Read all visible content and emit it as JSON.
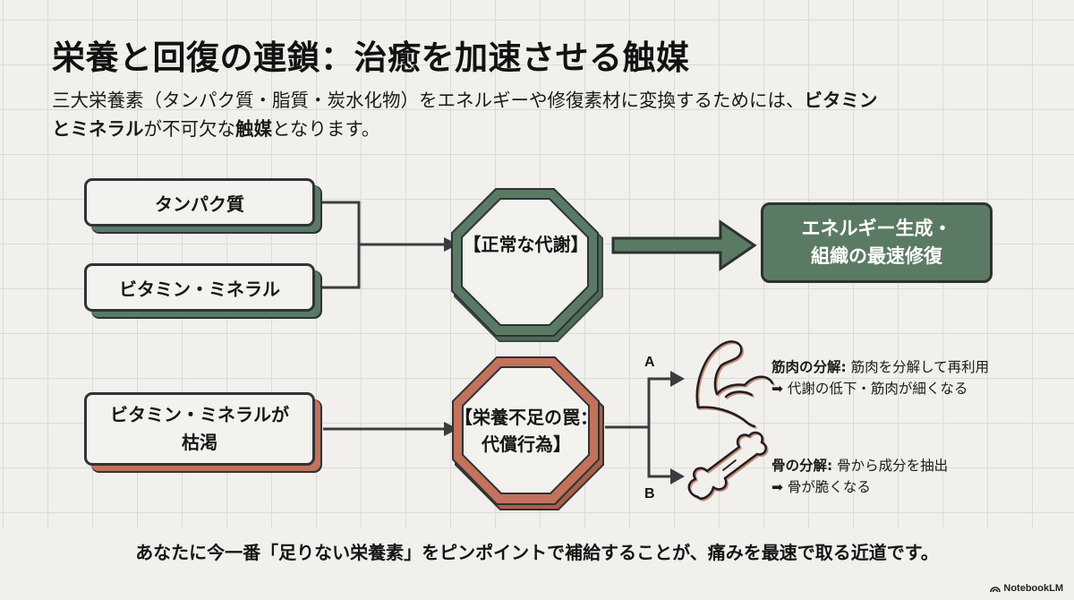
{
  "title": "栄養と回復の連鎖：治癒を加速させる触媒",
  "subtitle": {
    "line1_prefix": "三大栄養素（タンパク質・脂質・炭水化物）をエネルギーや修復素材に変換するためには、",
    "line1_bold": "ビタミン",
    "line2_bold": "とミネラル",
    "line2_mid": "が不可欠な",
    "line2_bold2": "触媒",
    "line2_suffix": "となります。"
  },
  "top_flow": {
    "input1": "タンパク質",
    "input2": "ビタミン・ミネラル",
    "process": "【正常な代謝】",
    "result_line1": "エネルギー生成・",
    "result_line2": "組織の最速修復"
  },
  "bottom_flow": {
    "input_line1": "ビタミン・ミネラルが",
    "input_line2": "枯渇",
    "process_line1": "【栄養不足の罠：",
    "process_line2": "代償行為】",
    "branch_a": {
      "letter": "A",
      "icon": "flexed-arm-icon",
      "title": "筋肉の分解:",
      "detail": "筋肉を分解して再利用",
      "consequence": "➡ 代謝の低下・筋肉が細くなる"
    },
    "branch_b": {
      "letter": "B",
      "icon": "bone-icon",
      "title": "骨の分解:",
      "detail": "骨から成分を抽出",
      "consequence": "➡ 骨が脆くなる"
    }
  },
  "footer": "あなたに今一番「足りない栄養素」をピンポイントで補給することが、痛みを最速で取る近道です。",
  "brand": "NotebookLM",
  "colors": {
    "green": "#5b7a64",
    "orange": "#c3725c",
    "dark": "#2e3338",
    "background": "#f1f0ec"
  }
}
